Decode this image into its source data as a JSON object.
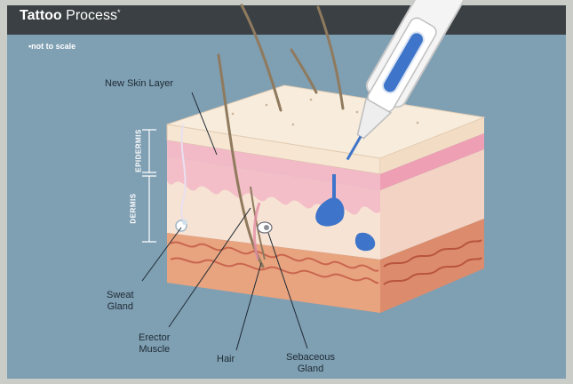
{
  "header": {
    "title_bold": "Tattoo",
    "title_rest": "Process",
    "title_mark": "*",
    "note": "•not to scale"
  },
  "labels": {
    "new_skin_layer": "New Skin Layer",
    "epidermis": "EPIDERMIS",
    "dermis": "DERMIS",
    "sweat_gland": [
      "Sweat",
      "Gland"
    ],
    "erector_muscle": [
      "Erector",
      "Muscle"
    ],
    "hair": "Hair",
    "sebaceous_gland": [
      "Sebaceous",
      "Gland"
    ]
  },
  "colors": {
    "background": "#7f9fb3",
    "title_bar": "#3a4043",
    "skin_top": "#f6e6d2",
    "epidermis": "#f2b9c6",
    "dermis": "#f7e3d4",
    "fat_layer": "#e8a37f",
    "ink": "#3e74c9"
  }
}
